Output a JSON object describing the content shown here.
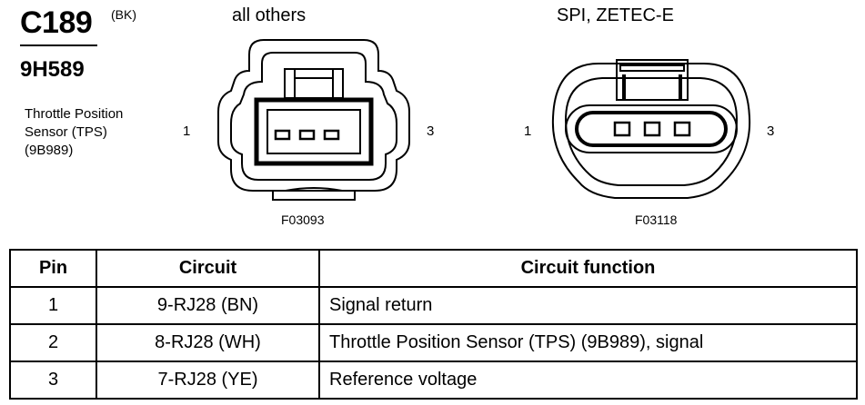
{
  "connector": {
    "id": "C189",
    "color_code": "(BK)",
    "part_number": "9H589",
    "description_lines": [
      "Throttle Position",
      "Sensor (TPS)",
      "(9B989)"
    ]
  },
  "variants": [
    {
      "label": "all others",
      "pin_left": "1",
      "pin_right": "3",
      "figure": "F03093"
    },
    {
      "label": "SPI, ZETEC-E",
      "pin_left": "1",
      "pin_right": "3",
      "figure": "F03118"
    }
  ],
  "table": {
    "headers": [
      "Pin",
      "Circuit",
      "Circuit function"
    ],
    "rows": [
      [
        "1",
        "9-RJ28 (BN)",
        "Signal return"
      ],
      [
        "2",
        "8-RJ28 (WH)",
        "Throttle Position Sensor (TPS) (9B989), signal"
      ],
      [
        "3",
        "7-RJ28 (YE)",
        "Reference voltage"
      ]
    ]
  }
}
